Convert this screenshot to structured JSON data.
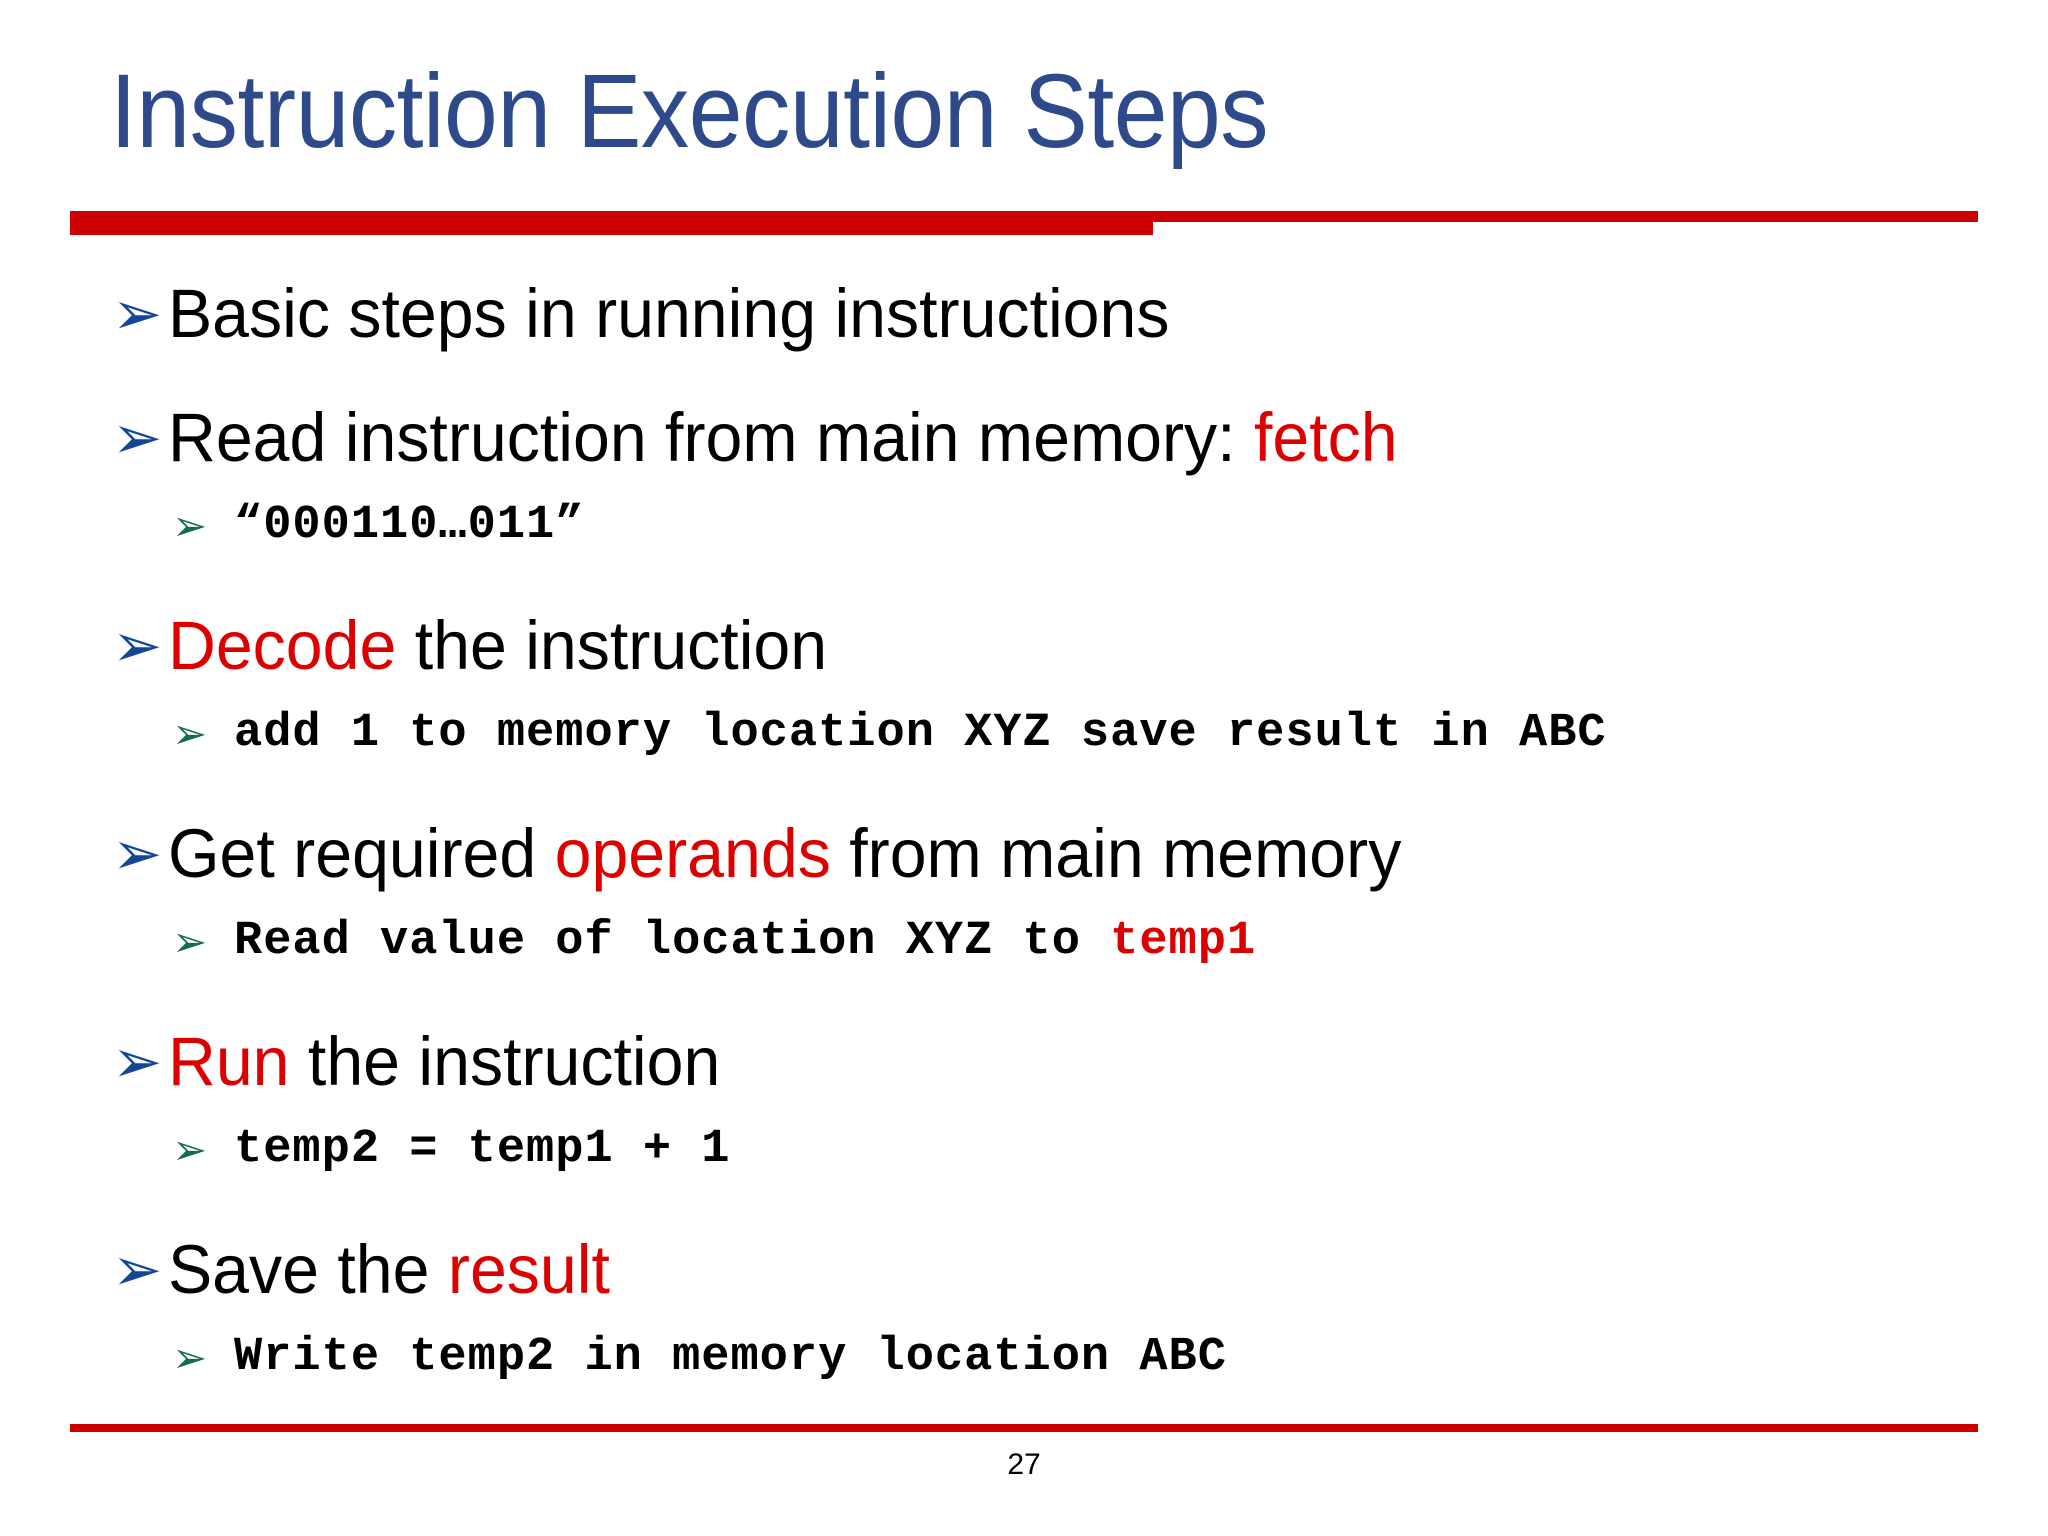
{
  "slide": {
    "title": "Instruction Execution Steps",
    "page_number": "27",
    "colors": {
      "title_blue": "#2E4A8B",
      "rule_red": "#CC0000",
      "accent_red": "#DD0000",
      "bullet_blue": "#13459B",
      "subbullet_green": "#176B4A",
      "body_black": "#000000",
      "background": "#FFFFFF"
    },
    "icons": {
      "bullet_arrow": "➢",
      "subbullet_arrow": "➢"
    }
  },
  "content": {
    "bullets": [
      {
        "index": 0,
        "text": "Basic steps in running instructions",
        "parts": [
          {
            "text": "Basic steps in running instructions",
            "color": "black"
          }
        ],
        "subs": []
      },
      {
        "index": 1,
        "text": "Read instruction from main memory: fetch",
        "parts": [
          {
            "text": "Read instruction from main memory: ",
            "color": "black"
          },
          {
            "text": "fetch",
            "color": "red"
          }
        ],
        "subs": [
          {
            "text": "“000110…011”",
            "parts": [
              {
                "text": "“000110…011”",
                "color": "black"
              }
            ]
          }
        ]
      },
      {
        "index": 2,
        "text": "Decode the instruction",
        "parts": [
          {
            "text": "Decode",
            "color": "red"
          },
          {
            "text": " the instruction",
            "color": "black"
          }
        ],
        "subs": [
          {
            "text": "add 1 to memory location XYZ save result in ABC",
            "parts": [
              {
                "text": "add 1 to memory location XYZ save result in ABC",
                "color": "black"
              }
            ]
          }
        ]
      },
      {
        "index": 3,
        "text": "Get required operands from main memory",
        "parts": [
          {
            "text": "Get required ",
            "color": "black"
          },
          {
            "text": "operands",
            "color": "red"
          },
          {
            "text": " from main memory",
            "color": "black"
          }
        ],
        "subs": [
          {
            "text": "Read value of location XYZ to temp1",
            "parts": [
              {
                "text": "Read value of location XYZ to ",
                "color": "black"
              },
              {
                "text": "temp1",
                "color": "red"
              }
            ]
          }
        ]
      },
      {
        "index": 4,
        "text": "Run the instruction",
        "parts": [
          {
            "text": "Run",
            "color": "red"
          },
          {
            "text": " the instruction",
            "color": "black"
          }
        ],
        "subs": [
          {
            "text": "temp2 = temp1 + 1",
            "parts": [
              {
                "text": "temp2 = temp1 + 1",
                "color": "black"
              }
            ]
          }
        ]
      },
      {
        "index": 5,
        "text": "Save the result",
        "parts": [
          {
            "text": "Save the ",
            "color": "black"
          },
          {
            "text": "result",
            "color": "red"
          }
        ],
        "subs": [
          {
            "text": "Write temp2 in memory location ABC",
            "parts": [
              {
                "text": "Write temp2 in memory location ABC",
                "color": "black"
              }
            ]
          }
        ]
      }
    ]
  }
}
